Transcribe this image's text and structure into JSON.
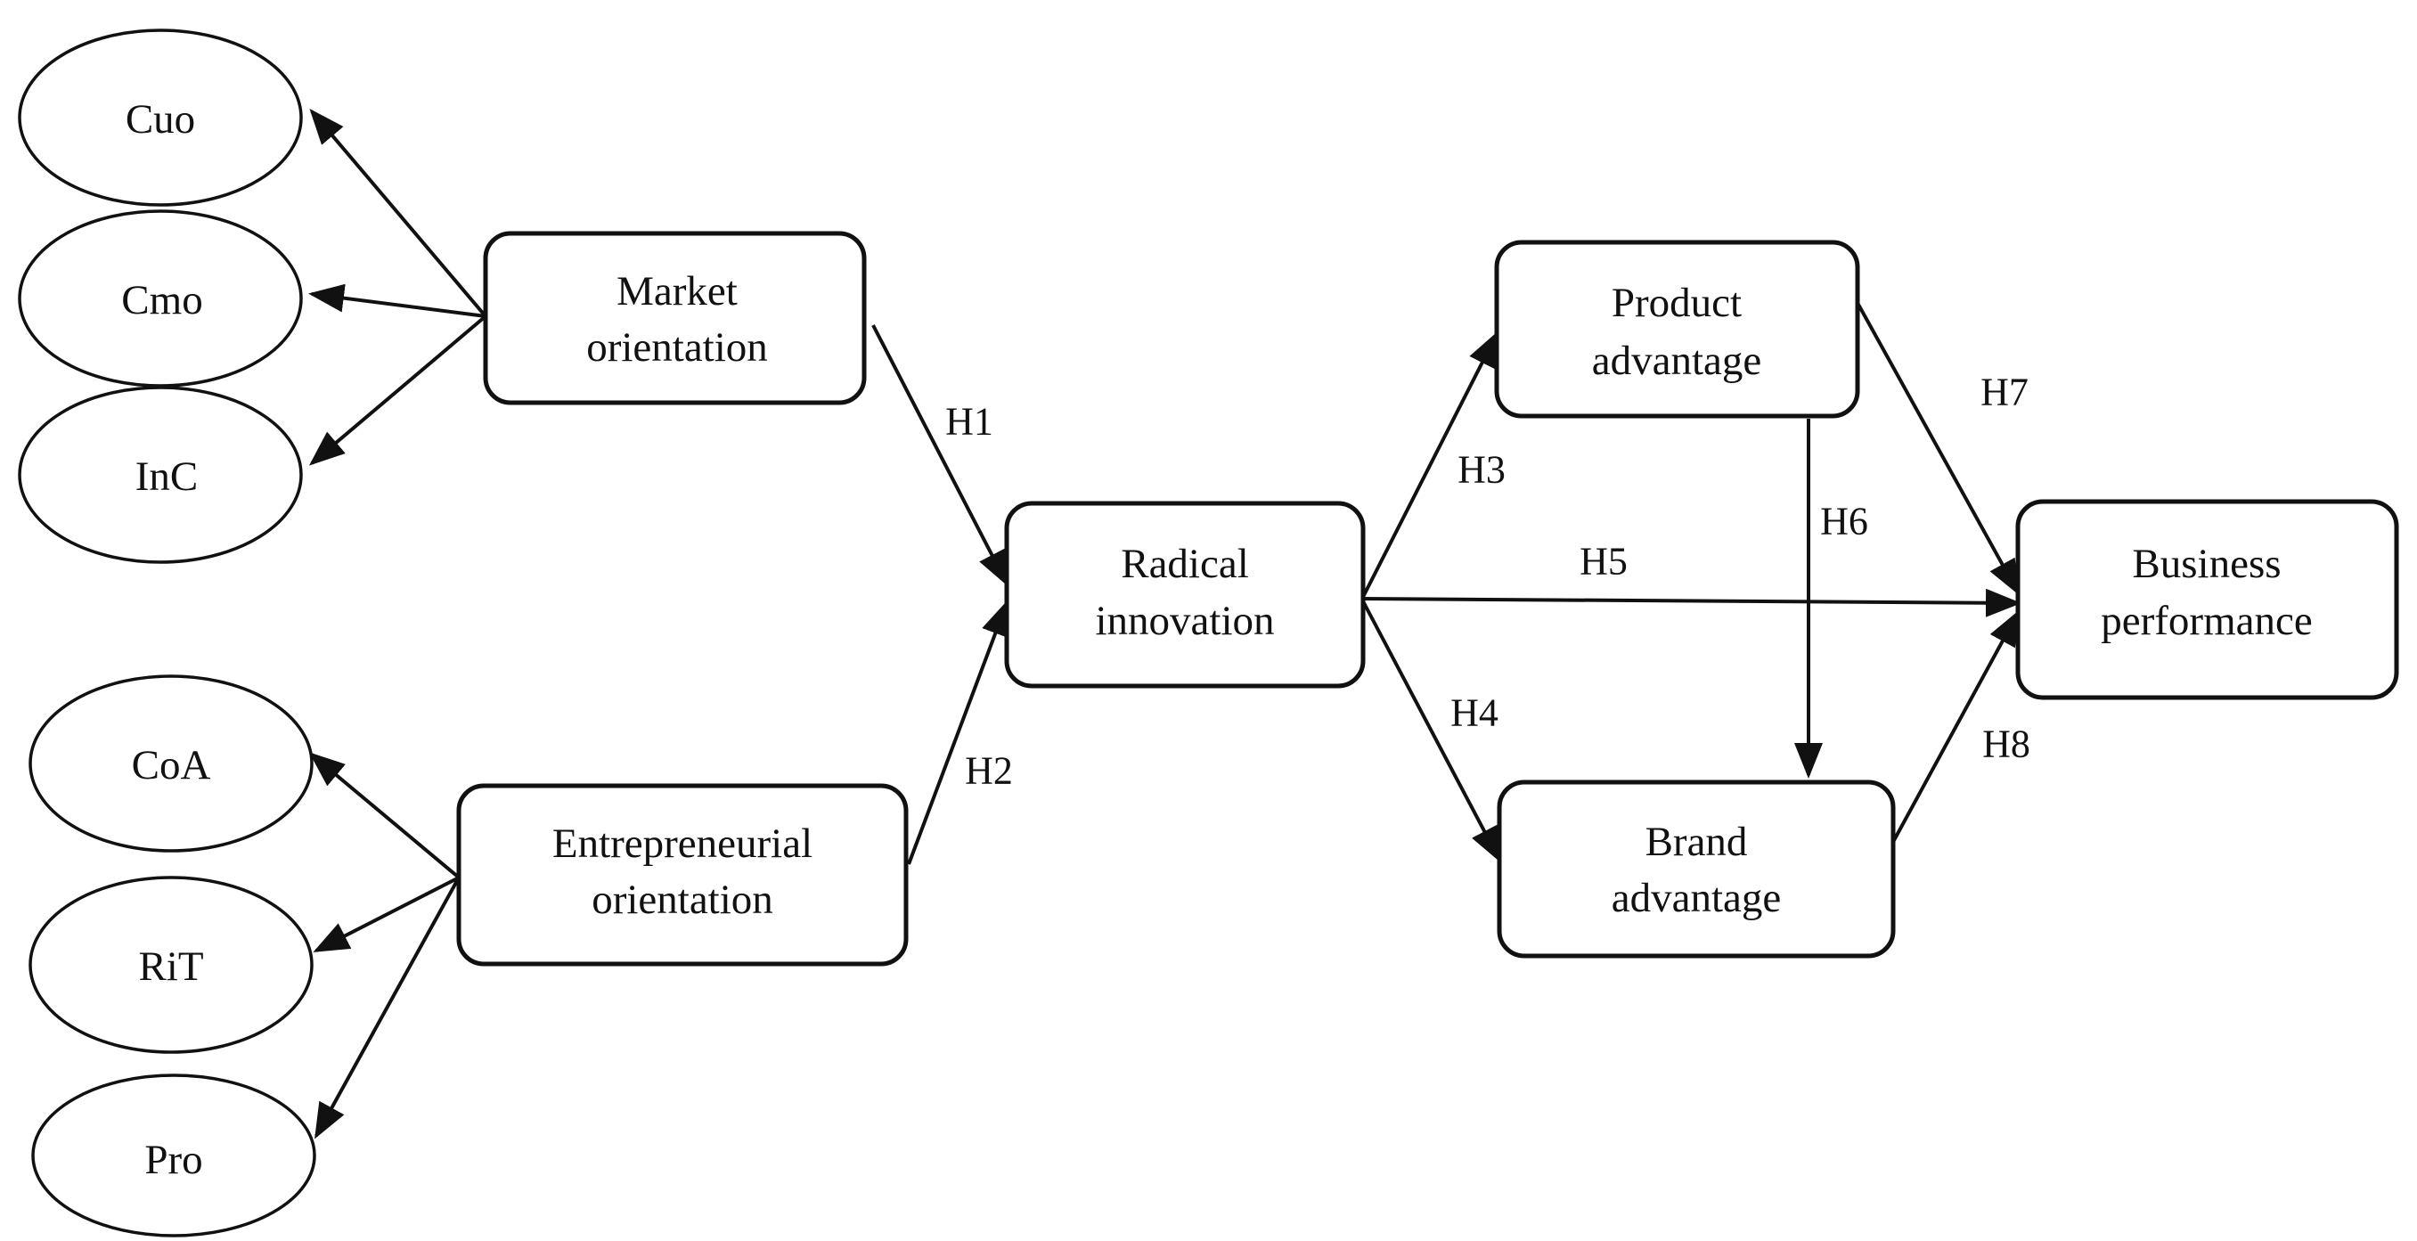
{
  "indicators": {
    "cuo": "Cuo",
    "cmo": "Cmo",
    "inc": "InC",
    "coa": "CoA",
    "rit": "RiT",
    "pro": "Pro"
  },
  "constructs": {
    "market_orientation": [
      "Market",
      "orientation"
    ],
    "entrepreneurial_orientation": [
      "Entrepreneurial",
      "orientation"
    ],
    "radical_innovation": [
      "Radical",
      "innovation"
    ],
    "product_advantage": [
      "Product",
      "advantage"
    ],
    "brand_advantage": [
      "Brand",
      "advantage"
    ],
    "business_performance": [
      "Business",
      "performance"
    ]
  },
  "hypotheses": {
    "h1": "H1",
    "h2": "H2",
    "h3": "H3",
    "h4": "H4",
    "h5": "H5",
    "h6": "H6",
    "h7": "H7",
    "h8": "H8"
  },
  "colors": {
    "stroke": "#111111",
    "fill": "#ffffff",
    "text": "#111111"
  }
}
